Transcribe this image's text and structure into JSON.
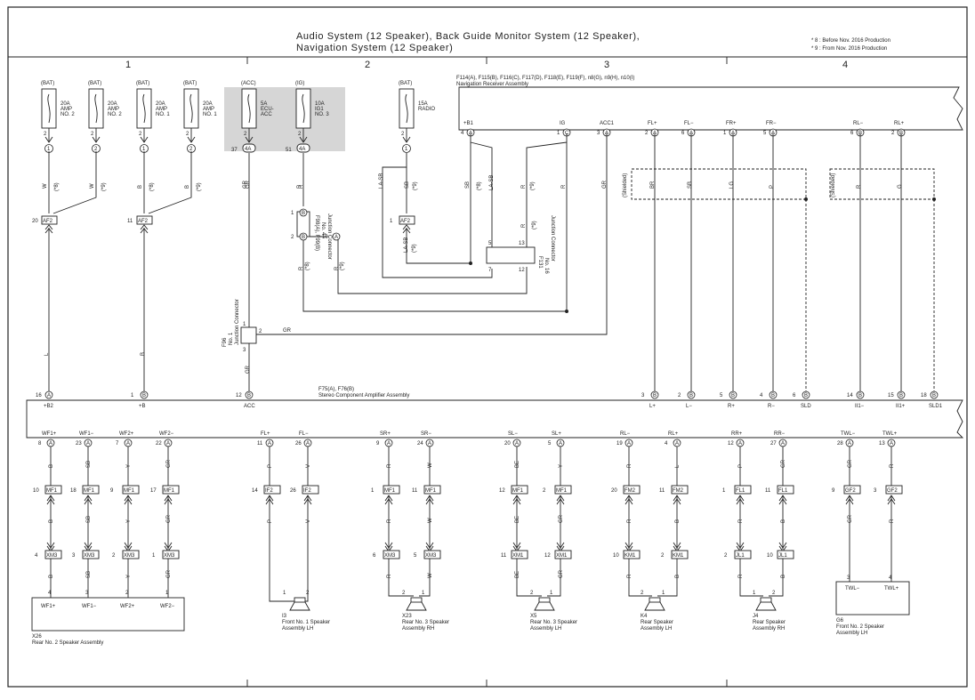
{
  "header": {
    "title_lines": [
      "Audio System (12 Speaker),  Back Guide Monitor System (12 Speaker),",
      "Navigation System (12 Speaker)"
    ],
    "notes": [
      "* 8 : Before Nov.  2016 Production",
      "* 9 : From Nov.  2016 Production"
    ]
  },
  "zones": [
    "1",
    "2",
    "3",
    "4"
  ],
  "fuses": [
    {
      "src": "(BAT)",
      "lines": [
        "20A",
        "AMP",
        "NO. 2"
      ],
      "pin": "2",
      "conn": "1",
      "wire": "W",
      "note": "(*8)"
    },
    {
      "src": "(BAT)",
      "lines": [
        "20A",
        "AMP",
        "NO. 2"
      ],
      "pin": "2",
      "conn": "2",
      "wire": "W",
      "note": "(*9)"
    },
    {
      "src": "(BAT)",
      "lines": [
        "20A",
        "AMP",
        "NO. 1"
      ],
      "pin": "2",
      "conn": "1",
      "wire": "B",
      "note": "(*8)"
    },
    {
      "src": "(BAT)",
      "lines": [
        "20A",
        "AMP",
        "NO. 1"
      ],
      "pin": "2",
      "conn": "2",
      "wire": "B",
      "note": "(*9)"
    },
    {
      "src": "(ACC)",
      "lines": [
        "5A",
        "ECU-",
        "ACC"
      ],
      "pin": "2",
      "conn": "4A",
      "pre": "37",
      "wire": "GR",
      "note": ""
    },
    {
      "src": "(IG)",
      "lines": [
        "10A",
        "IG1",
        "NO. 3"
      ],
      "pin": "2",
      "conn": "4A",
      "pre": "51",
      "wire": "R",
      "note": ""
    },
    {
      "src": "(BAT)",
      "lines": [
        "15A",
        "RADIO"
      ],
      "pin": "2",
      "conn": "1",
      "wire": "",
      "note": ""
    }
  ],
  "af2": [
    {
      "pin": "20",
      "label": "AF2"
    },
    {
      "pin": "11",
      "label": "AF2"
    },
    {
      "pin": "1",
      "label": "AF2"
    }
  ],
  "nav": {
    "codes": "F114(A), F115(B), F116(C), F117(D), F118(E), F119(F), n8(G), n9(H), n10(I)",
    "name": "Navigation Receiver Assembly",
    "pins": [
      {
        "label": "+B1",
        "pin": "4",
        "conn": "A"
      },
      {
        "label": "IG",
        "pin": "1",
        "conn": "C"
      },
      {
        "label": "ACC1",
        "pin": "3",
        "conn": "A"
      },
      {
        "label": "FL+",
        "pin": "2",
        "conn": "A"
      },
      {
        "label": "FL−",
        "pin": "6",
        "conn": "A"
      },
      {
        "label": "FR+",
        "pin": "1",
        "conn": "A"
      },
      {
        "label": "FR−",
        "pin": "5",
        "conn": "A"
      },
      {
        "label": "RL−",
        "pin": "6",
        "conn": "B"
      },
      {
        "label": "RL+",
        "pin": "2",
        "conn": "B"
      }
    ]
  },
  "jc_f98": {
    "code": "F98(A), F99(B)",
    "no": "No. 4",
    "name": "Junction Connector",
    "pins": [
      "1",
      "2",
      "10"
    ],
    "conn": [
      "B",
      "B",
      "A"
    ]
  },
  "jc_f131": {
    "code": "F131",
    "no": "No. 16",
    "name": "Junction Connector",
    "pins": [
      "5",
      "13",
      "7",
      "12"
    ]
  },
  "jc_f96": {
    "code": "F96",
    "no": "No. 1",
    "name": "Junction Connector",
    "pins": [
      "1",
      "2",
      "3"
    ]
  },
  "wires_mid": [
    "LA-SB",
    "SB",
    "SB",
    "LA-SB",
    "R",
    "R",
    "R",
    "GR",
    "BR",
    "SB",
    "LG",
    "P",
    "R",
    "G",
    "GR",
    "L",
    "B",
    "(*8)",
    "(*9)",
    "(Shielded)"
  ],
  "amp": {
    "codes": "F75(A), F76(B)",
    "name": "Stereo Component Amplifier Assembly",
    "top_pins": [
      {
        "pin": "16",
        "conn": "A",
        "label": "+B2"
      },
      {
        "pin": "1",
        "conn": "B",
        "label": "+B"
      },
      {
        "pin": "12",
        "conn": "B",
        "label": "ACC"
      },
      {
        "pin": "3",
        "conn": "B",
        "label": "L+"
      },
      {
        "pin": "2",
        "conn": "B",
        "label": "L−"
      },
      {
        "pin": "5",
        "conn": "B",
        "label": "R+"
      },
      {
        "pin": "4",
        "conn": "B",
        "label": "R−"
      },
      {
        "pin": "6",
        "conn": "B",
        "label": "SLD"
      },
      {
        "pin": "14",
        "conn": "B",
        "label": "II1−"
      },
      {
        "pin": "15",
        "conn": "B",
        "label": "II1+"
      },
      {
        "pin": "18",
        "conn": "B",
        "label": "SLD1"
      }
    ],
    "bottom_pins": [
      {
        "label": "WF1+",
        "pin": "8",
        "conn": "A"
      },
      {
        "label": "WF1−",
        "pin": "23",
        "conn": "A"
      },
      {
        "label": "WF2+",
        "pin": "7",
        "conn": "A"
      },
      {
        "label": "WF2−",
        "pin": "22",
        "conn": "A"
      },
      {
        "label": "FL+",
        "pin": "11",
        "conn": "A"
      },
      {
        "label": "FL−",
        "pin": "26",
        "conn": "A"
      },
      {
        "label": "SR+",
        "pin": "9",
        "conn": "A"
      },
      {
        "label": "SR−",
        "pin": "24",
        "conn": "A"
      },
      {
        "label": "SL−",
        "pin": "20",
        "conn": "A"
      },
      {
        "label": "SL+",
        "pin": "5",
        "conn": "A"
      },
      {
        "label": "RL−",
        "pin": "19",
        "conn": "A"
      },
      {
        "label": "RL+",
        "pin": "4",
        "conn": "A"
      },
      {
        "label": "RR+",
        "pin": "12",
        "conn": "A"
      },
      {
        "label": "RR−",
        "pin": "27",
        "conn": "A"
      },
      {
        "label": "TWL−",
        "pin": "28",
        "conn": "A"
      },
      {
        "label": "TWL+",
        "pin": "13",
        "conn": "A"
      }
    ]
  },
  "columns": [
    {
      "w1": "B",
      "c1": [
        "10",
        "MF1"
      ],
      "w2": "B",
      "c2": [
        "4",
        "XM3"
      ],
      "end": "4"
    },
    {
      "w1": "SB",
      "c1": [
        "18",
        "MF1"
      ],
      "w2": "SB",
      "c2": [
        "3",
        "XM3"
      ],
      "end": "3"
    },
    {
      "w1": "Y",
      "c1": [
        "9",
        "MF1"
      ],
      "w2": "Y",
      "c2": [
        "2",
        "XM3"
      ],
      "end": "2"
    },
    {
      "w1": "GR",
      "c1": [
        "17",
        "MF1"
      ],
      "w2": "GR",
      "c2": [
        "1",
        "XM3"
      ],
      "end": "1"
    },
    {
      "w1": "P",
      "c1": [
        "14",
        "IF2"
      ],
      "w2": "P",
      "c2": [
        "",
        ""
      ],
      "end": "1"
    },
    {
      "w1": "V",
      "c1": [
        "26",
        "IF2"
      ],
      "w2": "V",
      "c2": [
        "",
        ""
      ],
      "end": "2"
    },
    {
      "w1": "R",
      "c1": [
        "1",
        "MF1"
      ],
      "w2": "R",
      "c2": [
        "6",
        "XM3"
      ],
      "end": "2"
    },
    {
      "w1": "W",
      "c1": [
        "11",
        "MF1"
      ],
      "w2": "W",
      "c2": [
        "5",
        "XM3"
      ],
      "end": "1"
    },
    {
      "w1": "BE",
      "c1": [
        "12",
        "MF1"
      ],
      "w2": "BE",
      "c2": [
        "11",
        "XM1"
      ],
      "end": "2"
    },
    {
      "w1": "Y",
      "c1": [
        "2",
        "MF1"
      ],
      "w2": "GR",
      "c2": [
        "12",
        "XM1"
      ],
      "end": "1"
    },
    {
      "w1": "R",
      "c1": [
        "20",
        "FM2"
      ],
      "w2": "R",
      "c2": [
        "10",
        "KM1"
      ],
      "end": "2"
    },
    {
      "w1": "L",
      "c1": [
        "11",
        "FM2"
      ],
      "w2": "B",
      "c2": [
        "2",
        "KM1"
      ],
      "end": "1"
    },
    {
      "w1": "P",
      "c1": [
        "1",
        "FL1"
      ],
      "w2": "R",
      "c2": [
        "2",
        "JL1"
      ],
      "end": "1"
    },
    {
      "w1": "GR",
      "c1": [
        "11",
        "FL1"
      ],
      "w2": "B",
      "c2": [
        "10",
        "JL1"
      ],
      "end": "2"
    },
    {
      "w1": "GR",
      "c1": [
        "9",
        "GF2"
      ],
      "w2": "GR",
      "c2": [
        "",
        ""
      ],
      "end": "3"
    },
    {
      "w1": "R",
      "c1": [
        "3",
        "GF2"
      ],
      "w2": "R",
      "c2": [
        "",
        ""
      ],
      "end": "4"
    }
  ],
  "devices": {
    "x26": {
      "code": "X26",
      "name": "Rear No. 2 Speaker Assembly",
      "pins": [
        "WF1+",
        "WF1−",
        "WF2+",
        "WF2−"
      ]
    },
    "i3": {
      "code": "I3",
      "lines": [
        "Front No. 1 Speaker",
        "Assembly LH"
      ]
    },
    "x23": {
      "code": "X23",
      "lines": [
        "Rear No. 3 Speaker",
        "Assembly RH"
      ]
    },
    "x5": {
      "code": "X5",
      "lines": [
        "Rear No. 3 Speaker",
        "Assembly LH"
      ]
    },
    "k4": {
      "code": "K4",
      "lines": [
        "Rear Speaker",
        "Assembly LH"
      ]
    },
    "j4": {
      "code": "J4",
      "lines": [
        "Rear Speaker",
        "Assembly RH"
      ]
    },
    "g6": {
      "code": "G6",
      "lines": [
        "Front No. 2 Speaker",
        "Assembly LH"
      ],
      "pins": [
        "TWL−",
        "TWL+"
      ]
    }
  },
  "colors": {
    "ink": "#222222",
    "fuse_shade": "#d6d6d6"
  }
}
